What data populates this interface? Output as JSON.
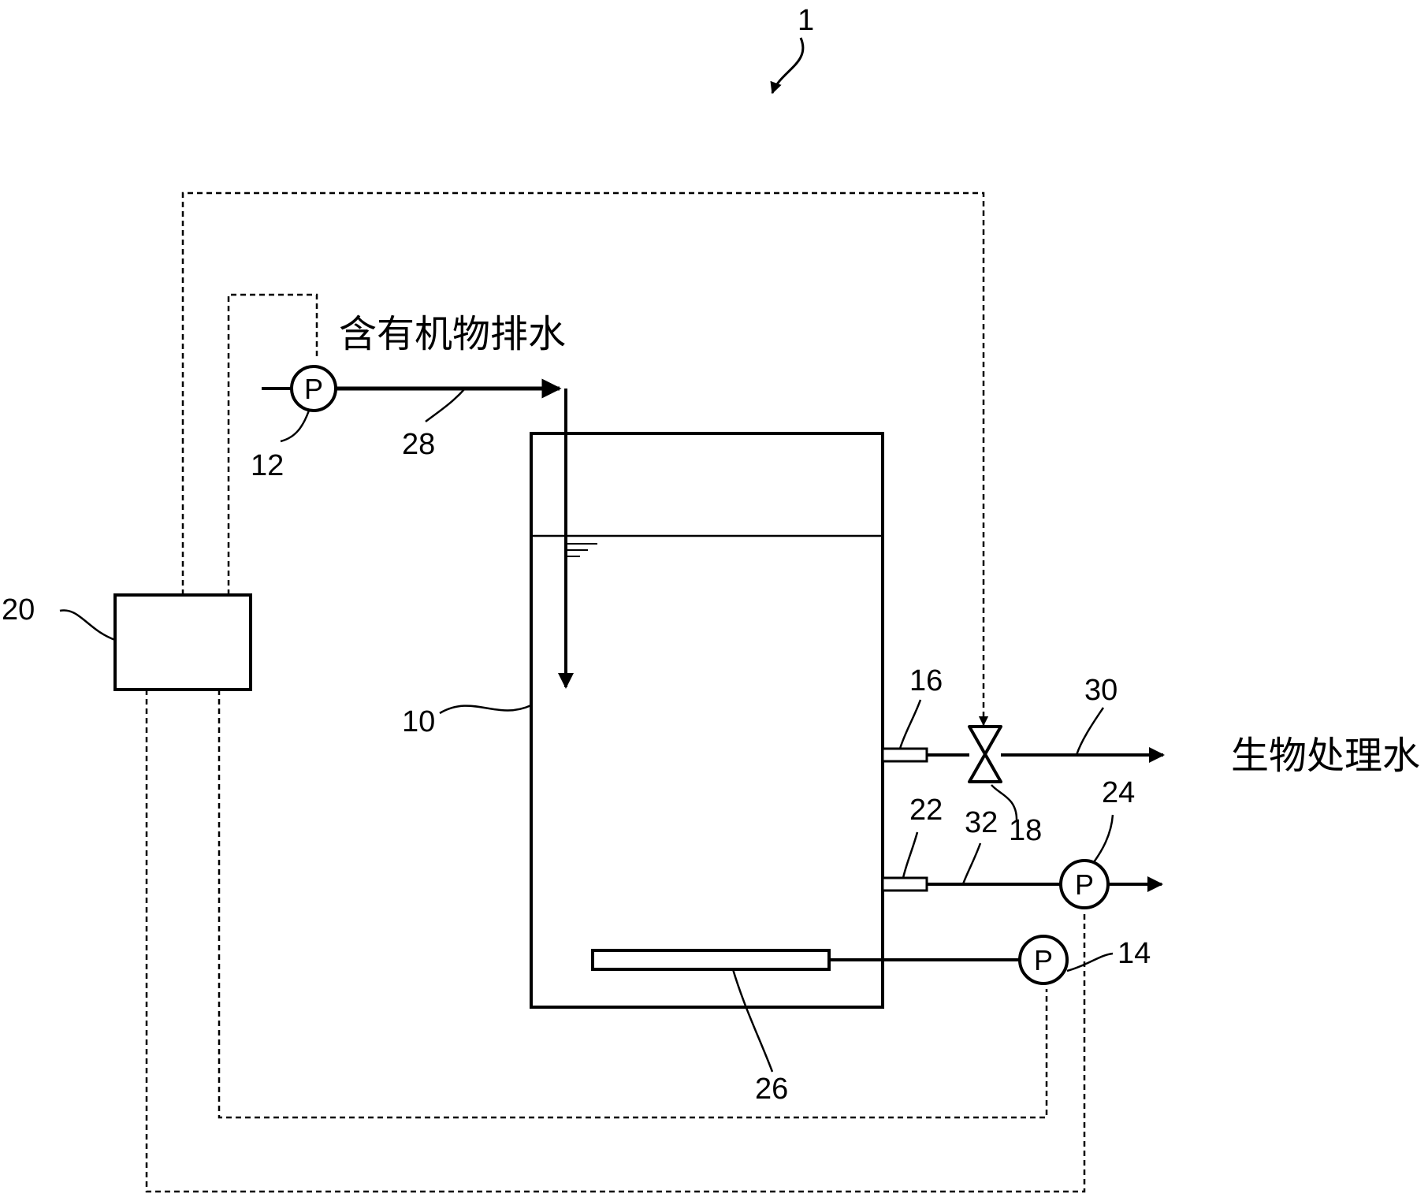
{
  "figure": {
    "system_number": "1",
    "inflow_label": "含有机物排水",
    "outflow_label": "生物处理水"
  },
  "reference_numerals": {
    "tank": "10",
    "feed_pump": "12",
    "air_pump": "14",
    "outlet_port": "16",
    "outlet_valve": "18",
    "controller": "20",
    "sludge_port": "22",
    "sludge_pump": "24",
    "aerator": "26",
    "feed_line": "28",
    "treated_line": "30",
    "sludge_line": "32"
  },
  "pump_symbol": "P"
}
